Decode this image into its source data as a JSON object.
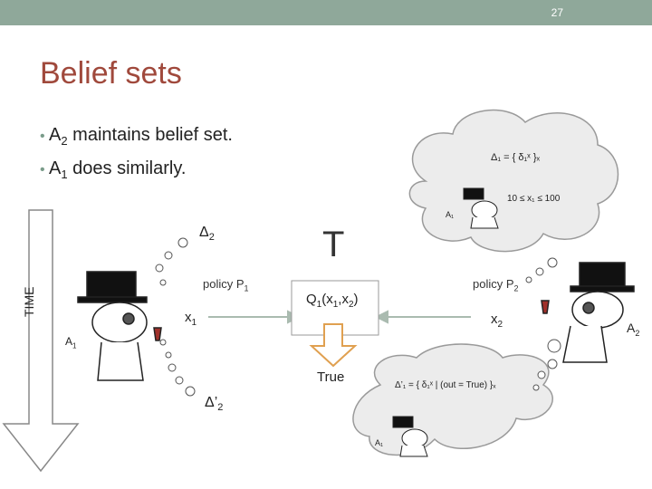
{
  "slide": {
    "page_number": "27",
    "title": "Belief sets",
    "bullets": [
      {
        "prefix": "A",
        "sub": "2",
        "text": " maintains belief set."
      },
      {
        "prefix": "A",
        "sub": "1",
        "text": " does similarly."
      }
    ],
    "time_label": "TIME",
    "colors": {
      "topbar": "#8fa89a",
      "title": "#a0493c",
      "bullet": "#7a9c8a"
    }
  },
  "diagram": {
    "T_label": "T",
    "agent1_label": {
      "main": "A",
      "sub": "1"
    },
    "agent2_label": {
      "main": "A",
      "sub": "2"
    },
    "delta2": {
      "main": "Δ",
      "sub": "2"
    },
    "delta2_prime": {
      "main": "Δ’",
      "sub": "2"
    },
    "policy1": {
      "main": "policy P",
      "sub": "1"
    },
    "policy2": {
      "main": "policy P",
      "sub": "2"
    },
    "x1": {
      "main": "x",
      "sub": "1"
    },
    "x2": {
      "main": "x",
      "sub": "2"
    },
    "query": {
      "a": "Q",
      "a_sub": "1",
      "b": "(x",
      "b_sub": "1",
      "c": ",x",
      "c_sub": "2",
      "d": ")"
    },
    "result": "True",
    "cloud_top": {
      "set": "Δ₁ = { δ₁ˣ }ₓ",
      "constraint": "10 ≤ x₁ ≤ 100",
      "agent": "A₁"
    },
    "cloud_bottom": {
      "set": "Δ’₁ = { δ₁ˣ | (out = True) }ₓ",
      "agent": "A₁"
    }
  }
}
